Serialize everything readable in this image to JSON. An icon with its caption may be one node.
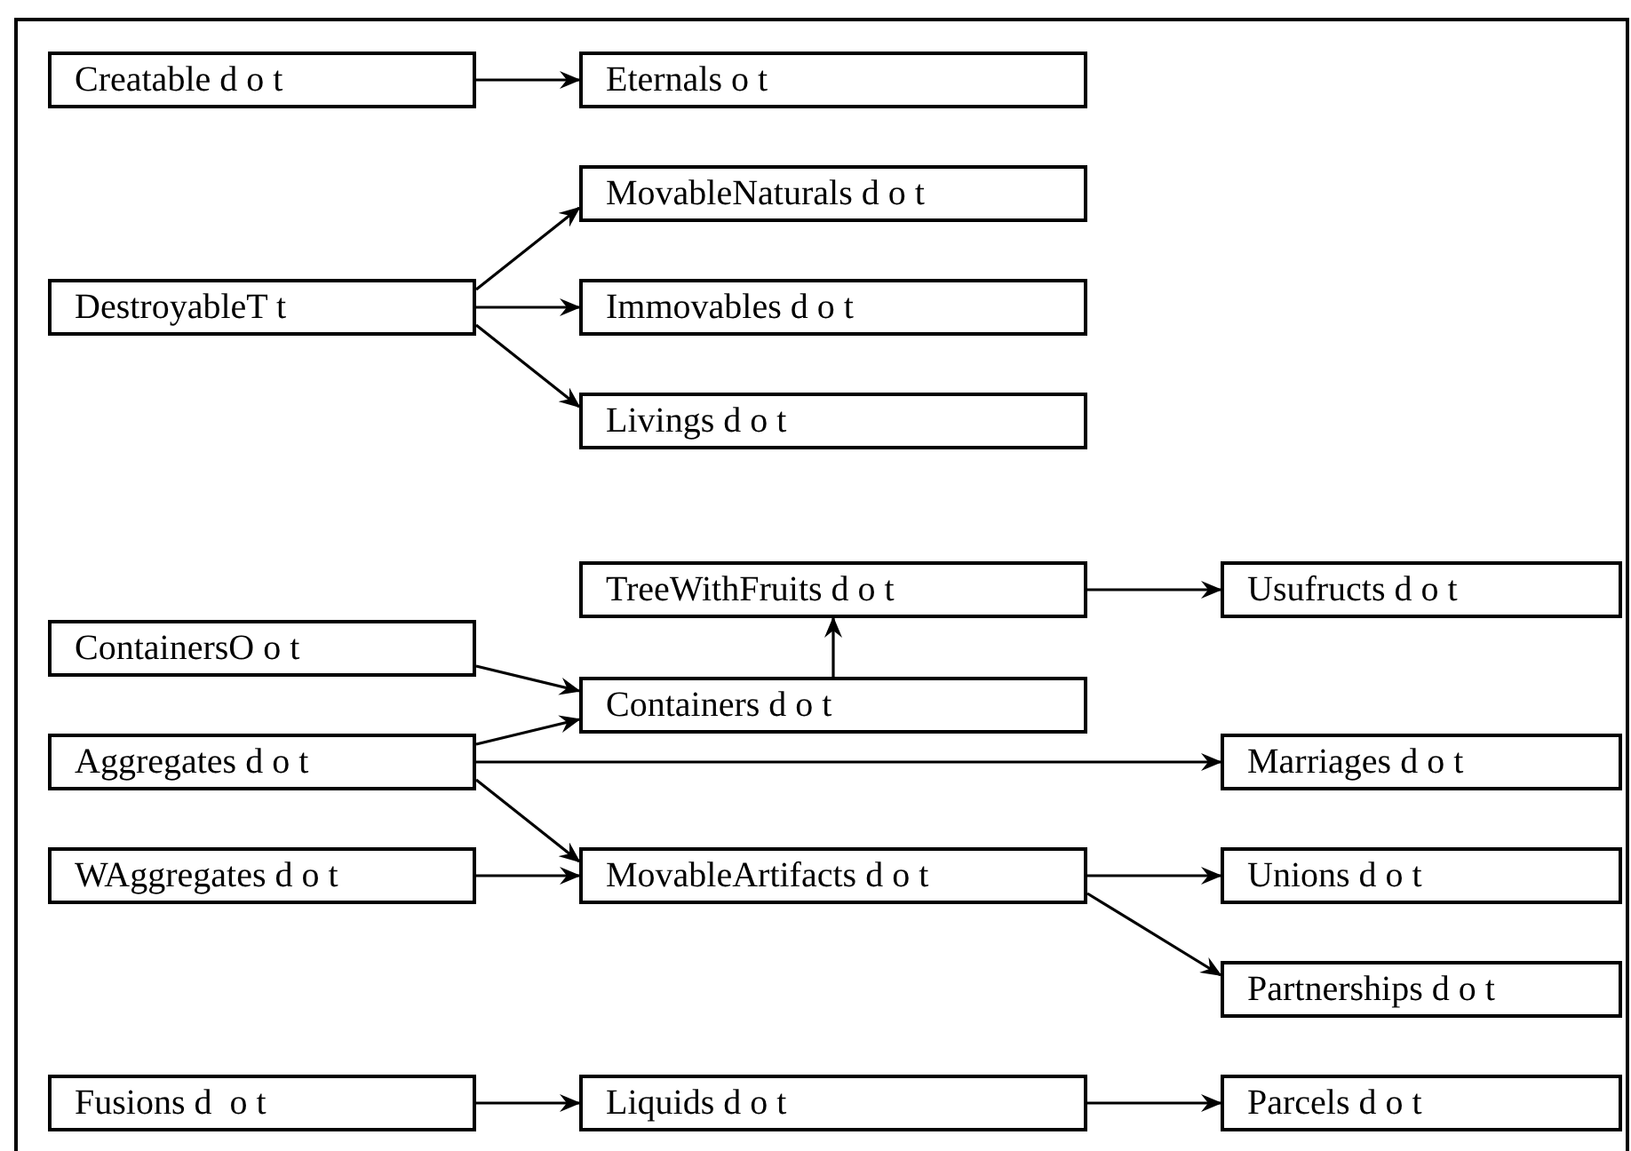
{
  "diagram": {
    "nodes": [
      {
        "text": [
          "Creatable d o t"
        ]
      },
      {
        "text": [
          "Eternals o t"
        ]
      },
      {
        "text": [
          "MovableNaturals d o t"
        ]
      },
      {
        "text": [
          "DestroyableT t"
        ]
      },
      {
        "text": [
          "Immovables d o t"
        ]
      },
      {
        "text": [
          "Livings d o t"
        ]
      },
      {
        "text": [
          "TreeWithFruits d o t"
        ]
      },
      {
        "text": [
          "Usufructs d o t"
        ]
      },
      {
        "text": [
          "ContainersO o t"
        ]
      },
      {
        "text": [
          "Containers d o t"
        ]
      },
      {
        "text": [
          "Aggregates d o t"
        ]
      },
      {
        "text": [
          "Marriages d o t"
        ]
      },
      {
        "text": [
          "WAggregates d o t"
        ]
      },
      {
        "text": [
          "MovableArtifacts d o t"
        ]
      },
      {
        "text": [
          "Unions d o t"
        ]
      },
      {
        "text": [
          "Partnerships d o t"
        ]
      },
      {
        "text": [
          "Fusions d  o t"
        ]
      },
      {
        "text": [
          "Liquids d o t"
        ]
      },
      {
        "text": [
          "Parcels d o t"
        ]
      }
    ],
    "edges": [
      {
        "from": 0,
        "to": 1,
        "arrow": "to"
      },
      {
        "from": 3,
        "to": 2,
        "arrow": "to"
      },
      {
        "from": 3,
        "to": 4,
        "arrow": "to"
      },
      {
        "from": 3,
        "to": 5,
        "arrow": "to"
      },
      {
        "from": 8,
        "to": 9,
        "arrow": "to"
      },
      {
        "from": 9,
        "to": 6,
        "arrow": "to"
      },
      {
        "from": 6,
        "to": 7,
        "arrow": "to"
      },
      {
        "from": 10,
        "to": 9,
        "arrow": "to"
      },
      {
        "from": 10,
        "to": 11,
        "arrow": "to"
      },
      {
        "from": 10,
        "to": 13,
        "arrow": "to"
      },
      {
        "from": 12,
        "to": 13,
        "arrow": "to"
      },
      {
        "from": 13,
        "to": 14,
        "arrow": "to"
      },
      {
        "from": 13,
        "to": 15,
        "arrow": "to"
      },
      {
        "from": 16,
        "to": 17,
        "arrow": "to"
      },
      {
        "from": 17,
        "to": 18,
        "arrow": "to"
      }
    ]
  }
}
